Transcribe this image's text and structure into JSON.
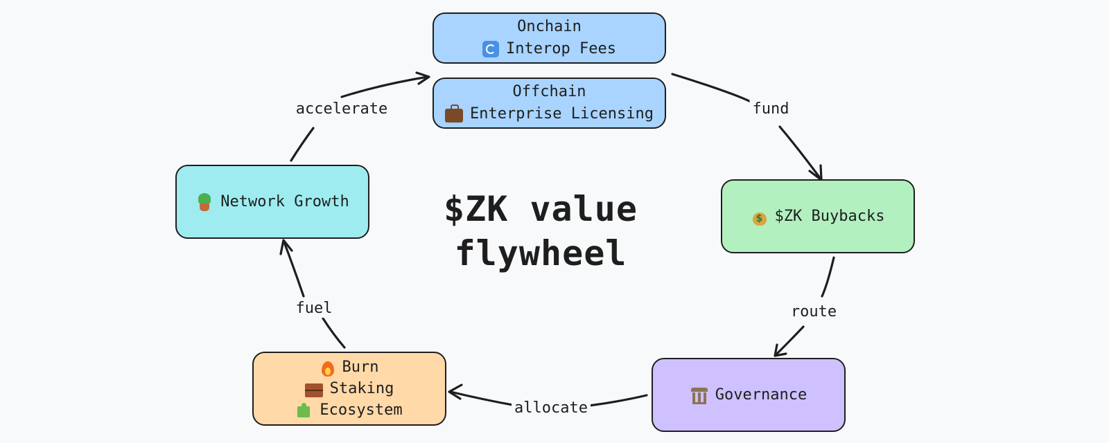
{
  "diagram": {
    "title_line1": "$ZK value",
    "title_line2": "flywheel",
    "nodes": {
      "onchain": {
        "line1": "Onchain",
        "line2": "Interop Fees",
        "icon": "cycle-arrows-icon",
        "fill": "#a8d4ff"
      },
      "offchain": {
        "line1": "Offchain",
        "line2": "Enterprise Licensing",
        "icon": "briefcase-icon",
        "fill": "#a8d4ff"
      },
      "buybacks": {
        "label": "$ZK Buybacks",
        "icon": "money-bag-icon",
        "fill": "#b2f0c0"
      },
      "governance": {
        "label": "Governance",
        "icon": "classical-building-icon",
        "fill": "#cfc1ff"
      },
      "outlets": {
        "line1": "Burn",
        "line2": "Staking",
        "line3": "Ecosystem",
        "icons": [
          "fire-icon",
          "bricks-icon",
          "puzzle-piece-icon"
        ],
        "fill": "#ffd9a8"
      },
      "growth": {
        "label": "Network Growth",
        "icon": "potted-plant-icon",
        "fill": "#9eecf0"
      }
    },
    "edges": {
      "fund": "fund",
      "route": "route",
      "allocate": "allocate",
      "fuel": "fuel",
      "accelerate": "accelerate"
    }
  }
}
